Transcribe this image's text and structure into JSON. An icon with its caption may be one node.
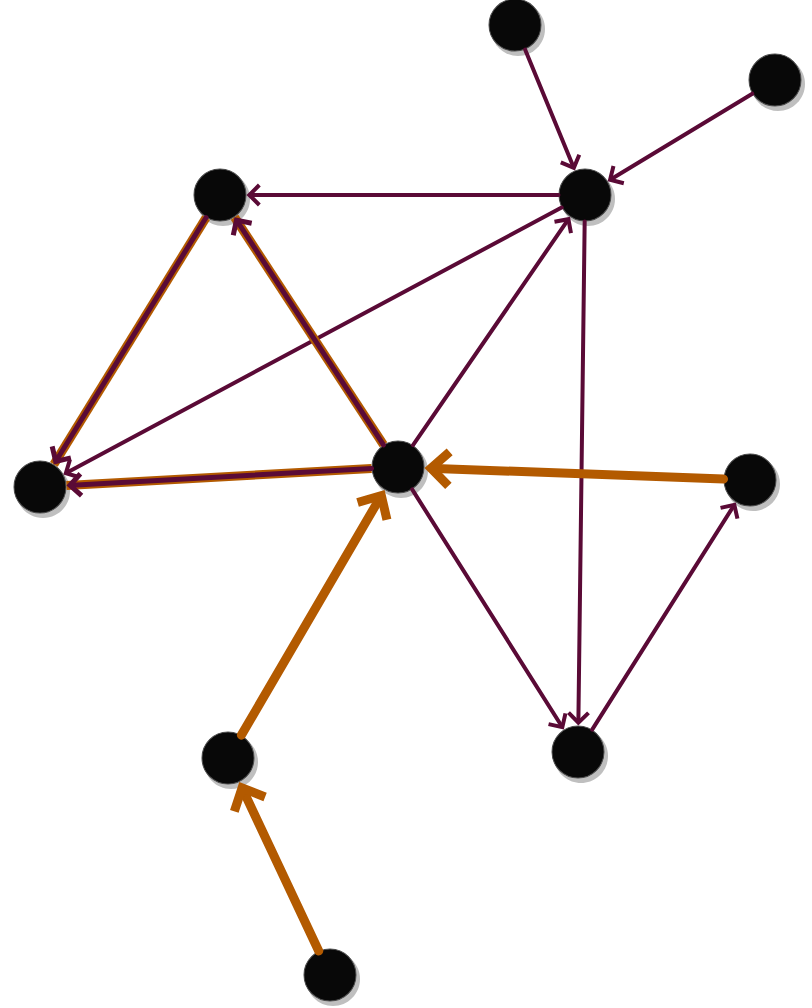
{
  "diagram": {
    "nodes": [
      {
        "text": [],
        "shape": "circle"
      },
      {
        "text": [],
        "shape": "circle"
      },
      {
        "text": [],
        "shape": "circle"
      },
      {
        "text": [],
        "shape": "circle"
      },
      {
        "text": [],
        "shape": "circle"
      },
      {
        "text": [],
        "shape": "circle"
      },
      {
        "text": [],
        "shape": "circle"
      },
      {
        "text": [],
        "shape": "circle"
      },
      {
        "text": [],
        "shape": "circle"
      },
      {
        "text": [],
        "shape": "circle"
      }
    ],
    "edges": [
      {
        "from": 0,
        "to": 3,
        "arrow": "to"
      },
      {
        "from": 1,
        "to": 3,
        "arrow": "to"
      },
      {
        "from": 3,
        "to": 2,
        "arrow": "to"
      },
      {
        "from": 3,
        "to": 4,
        "arrow": "to"
      },
      {
        "from": 5,
        "to": 3,
        "arrow": "to"
      },
      {
        "from": 3,
        "to": 7,
        "arrow": "to"
      },
      {
        "from": 5,
        "to": 7,
        "arrow": "to"
      },
      {
        "from": 7,
        "to": 6,
        "arrow": "to"
      },
      {
        "from": 5,
        "to": 2,
        "arrow": "to",
        "style": "thick"
      },
      {
        "from": 2,
        "to": 4,
        "arrow": "to",
        "style": "thick"
      },
      {
        "from": 5,
        "to": 4,
        "arrow": "to",
        "style": "thick"
      },
      {
        "from": 6,
        "to": 5,
        "arrow": "to",
        "style": "thick",
        "color": "#b35a00"
      },
      {
        "from": 8,
        "to": 5,
        "arrow": "to",
        "style": "thick",
        "color": "#b35a00"
      },
      {
        "from": 9,
        "to": 8,
        "arrow": "to",
        "style": "thick",
        "color": "#b35a00"
      }
    ]
  }
}
